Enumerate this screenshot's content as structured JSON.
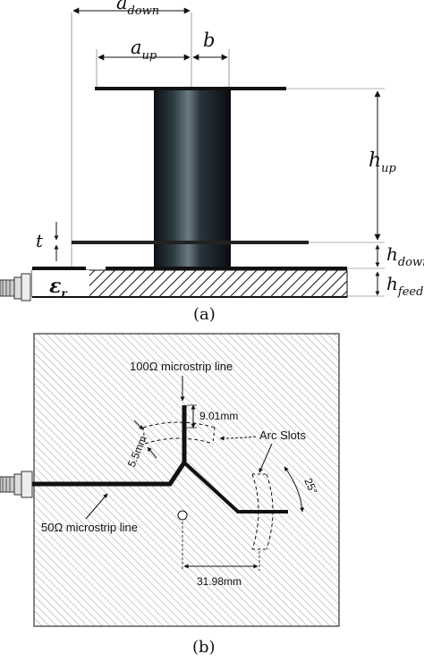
{
  "top_figure": {
    "label_a_down": "a",
    "label_a_down_sub": "down",
    "label_a_up": "a",
    "label_a_up_sub": "up",
    "label_b": "b",
    "label_h_up": "h",
    "label_h_up_sub": "up",
    "label_t": "t",
    "label_h_down": "h",
    "label_h_down_sub": "down",
    "label_h_feed": "h",
    "label_h_feed_sub": "feed",
    "label_eps": "ε",
    "label_eps_sub": "r",
    "caption": "(a)"
  },
  "bottom_figure": {
    "label_100_line": "100Ω microstrip line",
    "label_901": "9.01mm",
    "label_55": "5.5mm",
    "label_arc_slots": "Arc Slots",
    "label_25deg": "25°",
    "label_50_line": "50Ω microstrip line",
    "label_3198": "31.98mm",
    "caption": "(b)"
  },
  "colors": {
    "ink": "#111111",
    "cylinder_dark": "#1a1f24",
    "hatch": "#8a8a8a"
  }
}
